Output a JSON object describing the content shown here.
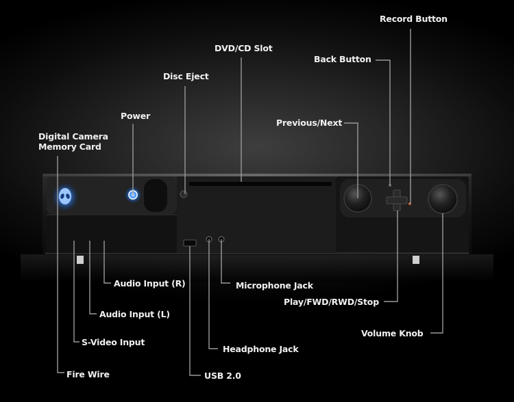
{
  "callouts": {
    "record_button": "Record Button",
    "dvd_cd_slot": "DVD/CD Slot",
    "back_button": "Back Button",
    "disc_eject": "Disc Eject",
    "power": "Power",
    "previous_next": "Previous/Next",
    "memory_card_line1": "Digital Camera",
    "memory_card_line2": "Memory Card",
    "audio_input_r": "Audio Input (R)",
    "microphone_jack": "Microphone Jack",
    "play_fwd_rwd_stop": "Play/FWD/RWD/Stop",
    "audio_input_l": "Audio Input (L)",
    "volume_knob": "Volume Knob",
    "s_video_input": "S-Video Input",
    "headphone_jack": "Headphone Jack",
    "fire_wire": "Fire Wire",
    "usb_2_0": "USB 2.0"
  },
  "colors": {
    "background": "#000000",
    "device_body": "#1a1a1a",
    "power_glow": "#2f86ff",
    "leader_line": "#9a9a9a",
    "label_text": "#f0f0f0"
  },
  "icons": {
    "logo": "alien-head-logo",
    "power": "power-button-icon",
    "dpad": "plus-dpad-icon"
  }
}
